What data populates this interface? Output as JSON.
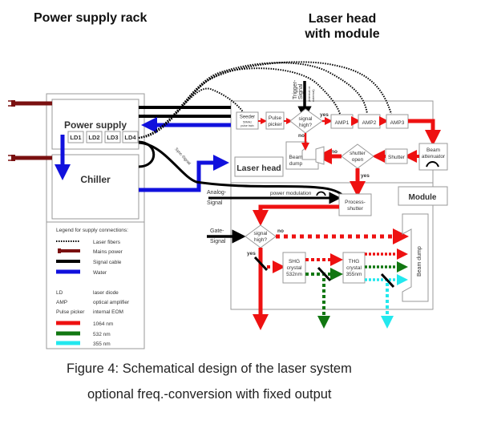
{
  "titles": {
    "power_rack": "Power supply rack",
    "laser_head_line1": "Laser head",
    "laser_head_line2": "with module"
  },
  "power_supply": {
    "label": "Power supply",
    "diodes": [
      "LD1",
      "LD2",
      "LD3",
      "LD4"
    ]
  },
  "chiller": {
    "label": "Chiller"
  },
  "sync_signal": "Sync-Signal",
  "laser_head": {
    "label": "Laser head",
    "seeder": "Seeder",
    "seeder_sub1": "50MHz",
    "seeder_sub2": "pulse train",
    "pulse_picker_1": "Pulse",
    "pulse_picker_2": "picker",
    "decision_1": "signal",
    "decision_2": "high?",
    "yes": "yes",
    "no": "no",
    "amps": [
      "AMP1",
      "AMP2",
      "AMP3"
    ],
    "beam_attenuator_1": "Beam",
    "beam_attenuator_2": "attenuator",
    "shutter": "Shutter",
    "shutter_open_1": "shutter",
    "shutter_open_2": "open",
    "beam_dump_1": "Beam",
    "beam_dump_2": "dump",
    "trigger_1": "Trigger-",
    "trigger_2": "Signal",
    "trigger_note_1": "(internal or",
    "trigger_note_2": "external)"
  },
  "module": {
    "label": "Module",
    "analog_1": "Analog-",
    "analog_2": "Signal",
    "power_modulation": "power modulation",
    "process_shutter_1": "Process-",
    "process_shutter_2": "shutter",
    "gate_1": "Gate-",
    "gate_2": "Signal",
    "decision_1": "signal",
    "decision_2": "high?",
    "yes": "yes",
    "no": "no",
    "shg": [
      "SHG",
      "crystal",
      "532nm"
    ],
    "thg": [
      "THG",
      "crystal",
      "355nm"
    ],
    "beam_dump": "Beam dump"
  },
  "legend": {
    "title": "Legend for supply connections:",
    "items": [
      {
        "label": "Laser fibers"
      },
      {
        "label": "Mains power"
      },
      {
        "label": "Signal cable"
      },
      {
        "label": "Water"
      }
    ],
    "abbreviations": [
      {
        "abbr": "LD",
        "meaning": "laser diode"
      },
      {
        "abbr": "AMP",
        "meaning": "optical amplifier"
      },
      {
        "abbr": "Pulse picker",
        "meaning": "internal EOM"
      }
    ],
    "wavelengths": [
      {
        "label": "1064 nm",
        "color": "#ee1111"
      },
      {
        "label": "532 nm",
        "color": "#117711"
      },
      {
        "label": "355 nm",
        "color": "#22e8ee"
      }
    ]
  },
  "colors": {
    "mains": "#7a1010",
    "signal": "#000000",
    "water": "#1111dd",
    "ir": "#ee1111",
    "green": "#117711",
    "uv": "#22e8ee"
  },
  "caption": {
    "line1": "Figure 4: Schematical design of the laser system",
    "line2": "optional freq.-conversion with fixed output"
  }
}
